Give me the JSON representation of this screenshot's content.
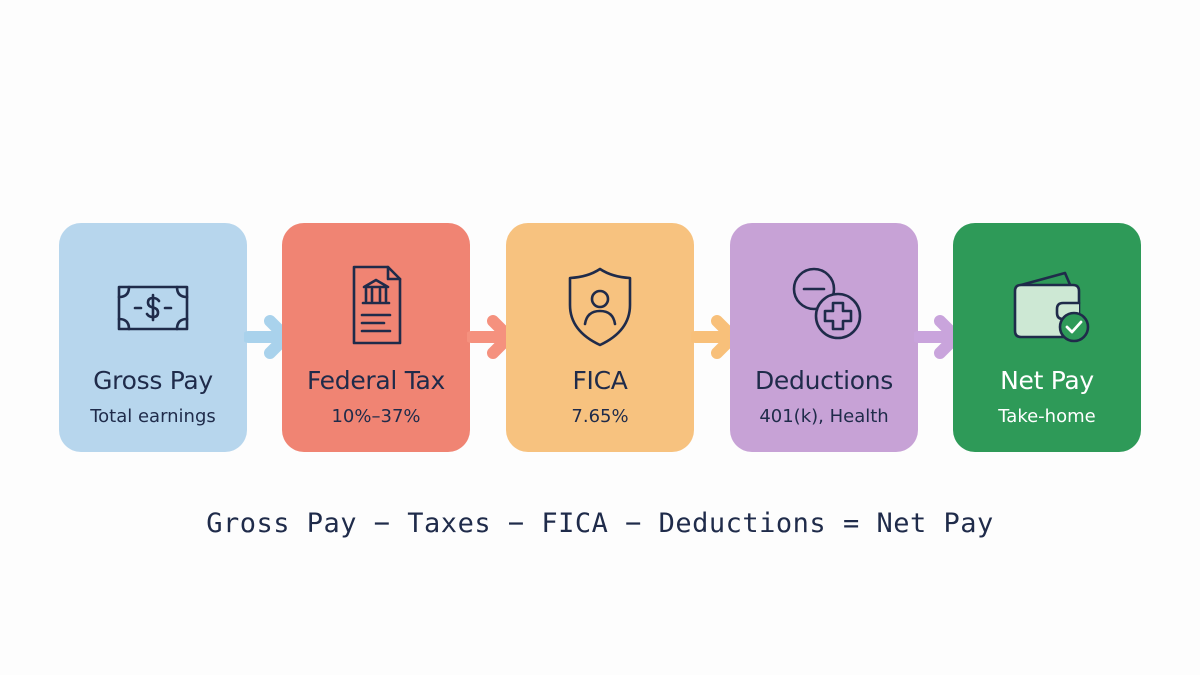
{
  "steps": [
    {
      "title": "Gross Pay",
      "subtitle": "Total earnings",
      "icon": "money-bill-icon",
      "color": "#b7d6ed",
      "text_color": "#1f2b4a"
    },
    {
      "title": "Federal Tax",
      "subtitle": "10%–37%",
      "icon": "tax-document-icon",
      "color": "#f08473",
      "text_color": "#1f2b4a"
    },
    {
      "title": "FICA",
      "subtitle": "7.65%",
      "icon": "shield-person-icon",
      "color": "#f7c27f",
      "text_color": "#1f2b4a"
    },
    {
      "title": "Deductions",
      "subtitle": "401(k), Health",
      "icon": "minus-plus-icon",
      "color": "#c7a2d6",
      "text_color": "#1f2b4a"
    },
    {
      "title": "Net Pay",
      "subtitle": "Take-home",
      "icon": "wallet-check-icon",
      "color": "#2e9a58",
      "text_color": "#ffffff"
    }
  ],
  "arrows": [
    {
      "color": "#a9d2ec"
    },
    {
      "color": "#f5917e"
    },
    {
      "color": "#f8c07a"
    },
    {
      "color": "#c9a4dc"
    }
  ],
  "formula": "Gross Pay − Taxes − FICA − Deductions = Net Pay"
}
